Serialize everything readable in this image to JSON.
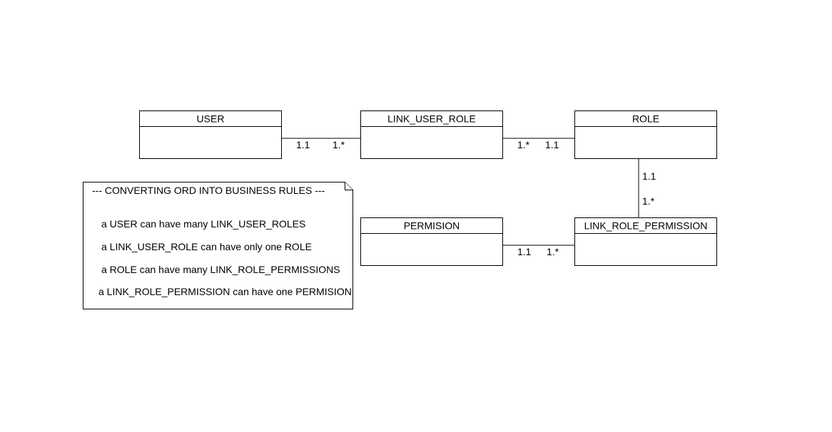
{
  "entities": {
    "user": {
      "name": "USER"
    },
    "link_user_role": {
      "name": "LINK_USER_ROLE"
    },
    "role": {
      "name": "ROLE"
    },
    "permision": {
      "name": "PERMISION"
    },
    "link_role_permission": {
      "name": "LINK_ROLE_PERMISSION"
    }
  },
  "relationships": {
    "user_to_link_user_role": {
      "from": "USER",
      "to": "LINK_USER_ROLE",
      "from_mult": "1.1",
      "to_mult": "1.*"
    },
    "link_user_role_to_role": {
      "from": "LINK_USER_ROLE",
      "to": "ROLE",
      "from_mult": "1.*",
      "to_mult": "1.1"
    },
    "role_to_link_role_permission": {
      "from": "ROLE",
      "to": "LINK_ROLE_PERMISSION",
      "from_mult": "1.1",
      "to_mult": "1.*"
    },
    "permision_to_link_role_permission": {
      "from": "PERMISION",
      "to": "LINK_ROLE_PERMISSION",
      "from_mult": "1.1",
      "to_mult": "1.*"
    }
  },
  "note": {
    "title": "--- CONVERTING ORD INTO BUSINESS RULES ---",
    "rules": [
      "a USER can have many LINK_USER_ROLES",
      "a LINK_USER_ROLE can have only one ROLE",
      "a ROLE can have many LINK_ROLE_PERMISSIONS",
      "a LINK_ROLE_PERMISSION can have one PERMISION"
    ]
  }
}
